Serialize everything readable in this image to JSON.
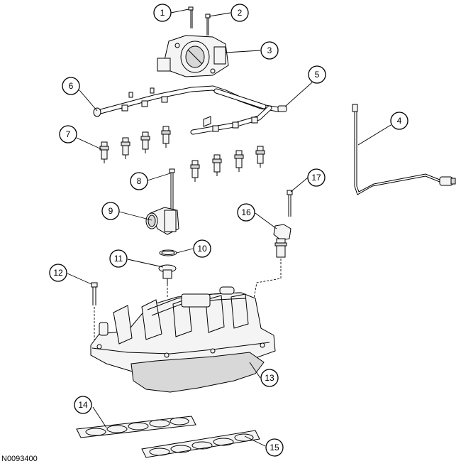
{
  "figure_id": "N0093400",
  "callouts": [
    {
      "label": "1"
    },
    {
      "label": "2"
    },
    {
      "label": "3"
    },
    {
      "label": "4"
    },
    {
      "label": "5"
    },
    {
      "label": "6"
    },
    {
      "label": "7"
    },
    {
      "label": "8"
    },
    {
      "label": "9"
    },
    {
      "label": "10"
    },
    {
      "label": "11"
    },
    {
      "label": "12"
    },
    {
      "label": "13"
    },
    {
      "label": "14"
    },
    {
      "label": "15"
    },
    {
      "label": "16"
    },
    {
      "label": "17"
    }
  ]
}
